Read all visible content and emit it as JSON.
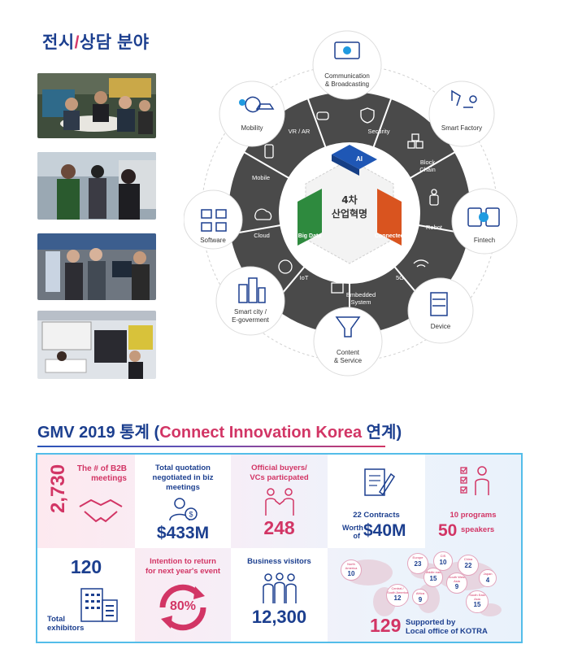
{
  "headings": {
    "exhibit_a": "전시",
    "exhibit_slash": "/",
    "exhibit_b": "상담 분야",
    "stats_a": "GMV 2019 통계 (",
    "stats_b": "Connect Innovation Korea",
    "stats_c": " 연계)"
  },
  "diagram": {
    "center_line1": "4차",
    "center_line2": "산업혁명",
    "ai": "AI",
    "big_data": "Big Data",
    "connected": "Connected",
    "ring": [
      "VR / AR",
      "Security",
      "Block Chain",
      "Robot",
      "5G",
      "Embedded System",
      "IoT",
      "Cloud",
      "Mobile"
    ],
    "outer": [
      "Communication & Broadcasting",
      "Smart Factory",
      "Fintech",
      "Device",
      "Content & Service",
      "Smart city / E-goverment",
      "Software",
      "Mobility"
    ]
  },
  "stats": {
    "b2b_value": "2,730",
    "b2b_label_1": "The # of B2B",
    "b2b_label_2": "meetings",
    "quote_label_1": "Total quotation",
    "quote_label_2": "negotiated in biz meetings",
    "quote_value": "$433M",
    "buyers_label_1": "Official buyers/",
    "buyers_label_2": "VCs particpated",
    "buyers_value": "248",
    "contracts_label": "22 Contracts",
    "worth": "Worth",
    "of": "of",
    "contracts_value": "$40M",
    "programs_label": "10 programs",
    "speakers_value": "50",
    "speakers_label": "speakers",
    "exhibitors_value": "120",
    "exhibitors_label_1": "Total",
    "exhibitors_label_2": "exhibitors",
    "return_label_1": "Intention to return",
    "return_label_2": "for next year's event",
    "return_value": "80%",
    "visitors_label": "Business visitors",
    "visitors_value": "12,300",
    "kotra_value": "129",
    "kotra_label_1": "Supported by",
    "kotra_label_2": "Local office of KOTRA",
    "regions": [
      {
        "name": "North America",
        "value": "10"
      },
      {
        "name": "Europe",
        "value": "23"
      },
      {
        "name": "CIS",
        "value": "10"
      },
      {
        "name": "China",
        "value": "22"
      },
      {
        "name": "Middle east",
        "value": "15"
      },
      {
        "name": "South West Asia",
        "value": "9"
      },
      {
        "name": "Japan",
        "value": "4"
      },
      {
        "name": "Central / South America",
        "value": "12"
      },
      {
        "name": "Africa",
        "value": "9"
      },
      {
        "name": "South East Asia",
        "value": "15"
      }
    ]
  },
  "colors": {
    "navy": "#1c3f8f",
    "pink": "#d23565",
    "ring": "#4a4a4a",
    "ai": "#1f57b5",
    "bigdata": "#2e8a3e",
    "connected": "#d9541f",
    "frame": "#53bde9"
  }
}
